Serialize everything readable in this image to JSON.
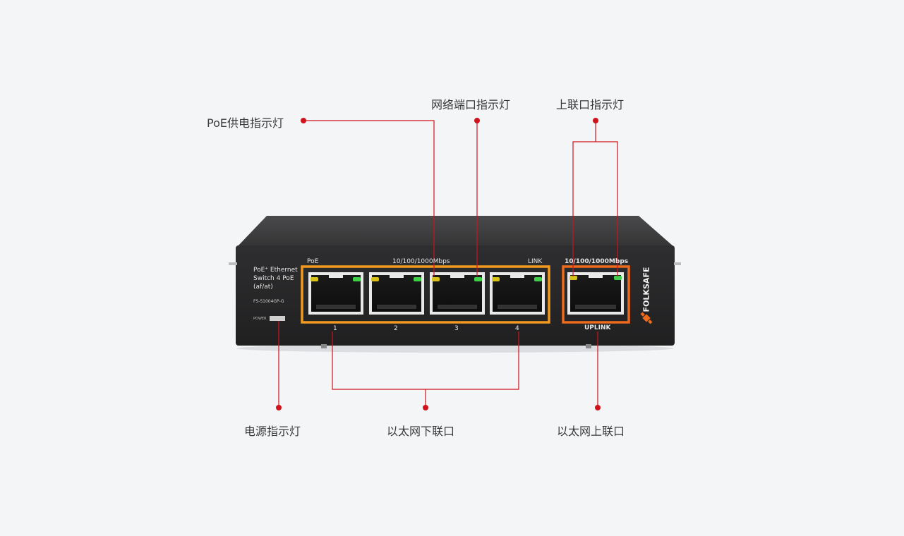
{
  "callouts": {
    "poe_led": "PoE供电指示灯",
    "network_port_led": "网络端口指示灯",
    "uplink_led": "上联口指示灯",
    "power_led": "电源指示灯",
    "ethernet_downlink": "以太网下联口",
    "ethernet_uplink": "以太网上联口"
  },
  "device": {
    "model_line1": "PoE⁺ Ethernet",
    "model_line2": "Switch 4 PoE",
    "model_line3": "(af/at)",
    "model_number": "FS-S1004GP-G",
    "power_label": "POWER",
    "poe_label": "PoE",
    "speed_label": "10/100/1000Mbps",
    "link_label": "LINK",
    "uplink_speed_label": "10/100/1000Mbps",
    "uplink_label": "UPLINK",
    "brand": "FOLKSAFE",
    "port_numbers": [
      "1",
      "2",
      "3",
      "4"
    ]
  },
  "colors": {
    "accent_red": "#d0121b",
    "port_orange": "#f39a1e",
    "uplink_orange": "#ee6a1c",
    "led_green": "#3fd04a",
    "led_yellow": "#d8c21a",
    "chassis": "#2b2b2c"
  }
}
